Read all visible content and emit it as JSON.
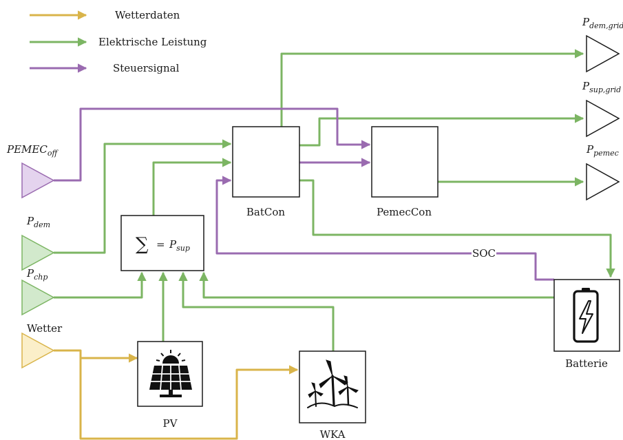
{
  "colors": {
    "weather": "#d9b44a",
    "power": "#7cb563",
    "control": "#9a6bb0",
    "triangle_control_fill": "#e4d3ee",
    "triangle_power_fill": "#d2e9cc",
    "triangle_weather_fill": "#fbefc9",
    "stroke": "#1a1a1a"
  },
  "legend": {
    "weather": "Wetterdaten",
    "power": "Elektrische Leistung",
    "control": "Steuersignal"
  },
  "inputs": {
    "pemec_off": {
      "main": "PEMEC",
      "sub": "off"
    },
    "p_dem": {
      "main": "P",
      "sub": "dem"
    },
    "p_chp": {
      "main": "P",
      "sub": "chp"
    },
    "wetter": "Wetter"
  },
  "outputs": {
    "p_dem_grid": {
      "main": "P",
      "sub": "dem,grid"
    },
    "p_sup_grid": {
      "main": "P",
      "sub": "sup,grid"
    },
    "p_pemec": {
      "main": "P",
      "sub": "pemec"
    }
  },
  "blocks": {
    "batcon": "BatCon",
    "pemeccon": "PemecCon",
    "sum": {
      "symbol": "∑",
      "eq": "=",
      "main": "P",
      "sub": "sup"
    },
    "pv": "PV",
    "wka": "WKA",
    "batterie": "Batterie"
  },
  "signals": {
    "soc": "SOC"
  },
  "icons": {
    "pv": "solar-panel-icon",
    "wka": "wind-turbine-icon",
    "batterie": "battery-charging-icon"
  }
}
